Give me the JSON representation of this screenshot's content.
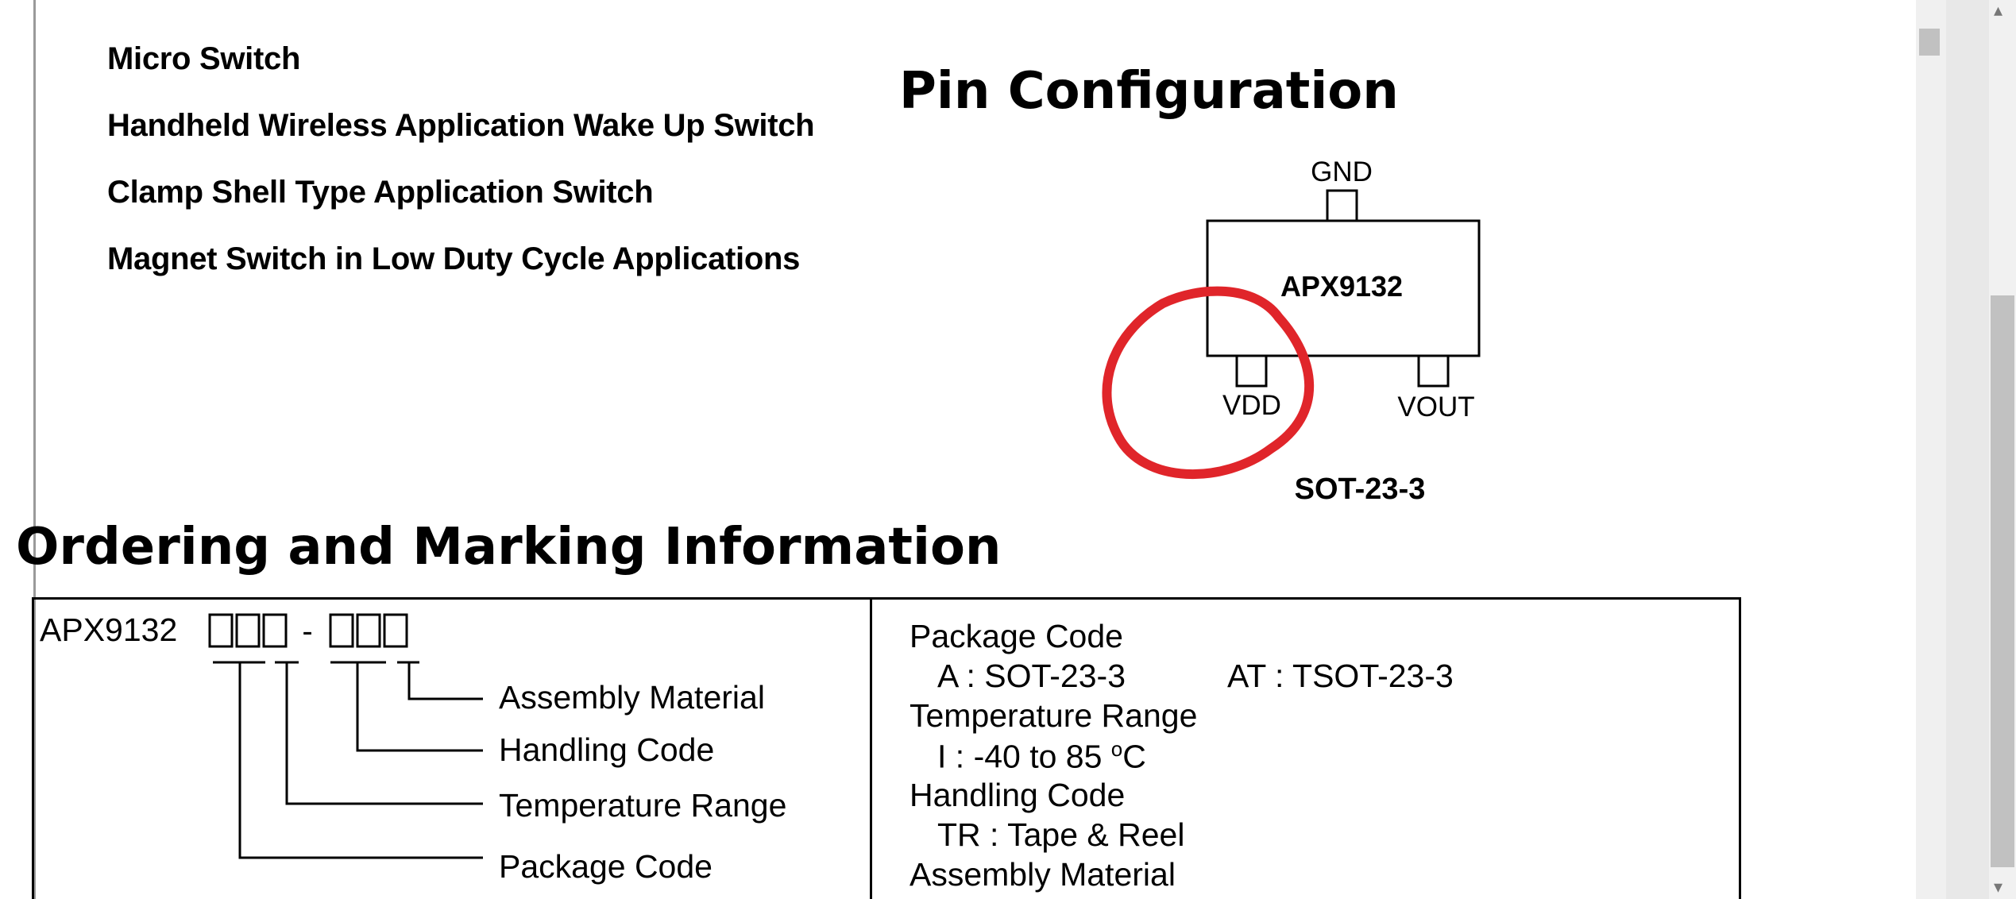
{
  "applications": [
    "Micro Switch",
    "Handheld Wireless Application Wake Up Switch",
    "Clamp Shell Type Application Switch",
    "Magnet Switch in Low Duty Cycle Applications"
  ],
  "pin_config": {
    "title": "Pin Configuration",
    "chip_name": "APX9132",
    "pin_top": "GND",
    "pin_left": "VDD",
    "pin_right": "VOUT",
    "package": "SOT-23-3",
    "annotation_color": "#e0252a"
  },
  "ordering": {
    "title": "Ordering and Marking Information",
    "part_prefix": "APX9132",
    "part_separator": "-",
    "legend": [
      "Assembly Material",
      "Handling Code",
      "Temperature Range",
      "Package Code"
    ],
    "codes": {
      "package_code_head": "Package Code",
      "package_code_a": "A : SOT-23-3",
      "package_code_at": "AT : TSOT-23-3",
      "temperature_head": "Temperature Range",
      "temperature_value": "I : -40 to 85 ",
      "temperature_unit_sup": "o",
      "temperature_unit": "C",
      "handling_head": "Handling Code",
      "handling_value": "TR : Tape & Reel",
      "assembly_head": "Assembly Material"
    }
  }
}
